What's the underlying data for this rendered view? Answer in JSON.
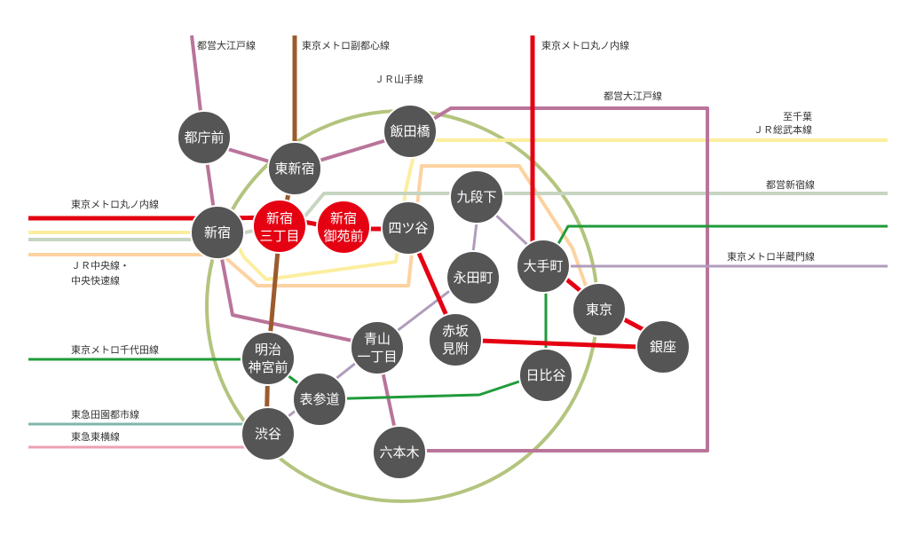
{
  "map": {
    "colors": {
      "background": "#ffffff",
      "station_fill": "#555555",
      "station_highlight": "#e50012",
      "marunouchi": "#e50012",
      "oedo": "#b9749a",
      "fukutoshin": "#9c5b2d",
      "yamanote": "#b3c47e",
      "sobu": "#fcee9f",
      "shinjuku_line": "#c6d5c0",
      "chiyoda": "#1f9b3a",
      "hanzomon": "#b09cbc",
      "den_en_toshi": "#7fb6a9",
      "toyoko": "#eba2b3",
      "chuo": "#fdd2a1",
      "ginza": "#b7b0c8"
    },
    "line_labels": {
      "oedo_top": "都営大江戸線",
      "fukutoshin": "東京メトロ副都心線",
      "marunouchi_top": "東京メトロ丸ノ内線",
      "yamanote": "ＪＲ山手線",
      "oedo_right": "都営大江戸線",
      "sobu_1": "至千葉",
      "sobu_2": "ＪＲ総武本線",
      "shinjuku_line": "都営新宿線",
      "marunouchi_left": "東京メトロ丸ノ内線",
      "hanzomon": "東京メトロ半蔵門線",
      "chuo_1": "ＪＲ中央線・",
      "chuo_2": "中央快速線",
      "chiyoda": "東京メトロ千代田線",
      "den_en_toshi": "東急田園都市線",
      "toyoko": "東急東横線"
    },
    "stations": [
      {
        "id": "tochomae",
        "lines": [
          "都庁前"
        ],
        "highlight": false
      },
      {
        "id": "higashi-shinjuku",
        "lines": [
          "東新宿"
        ],
        "highlight": false
      },
      {
        "id": "iidabashi",
        "lines": [
          "飯田橋"
        ],
        "highlight": false
      },
      {
        "id": "shinjuku",
        "lines": [
          "新宿"
        ],
        "highlight": false
      },
      {
        "id": "shinjuku-sanchome",
        "lines": [
          "新宿",
          "三丁目"
        ],
        "highlight": true
      },
      {
        "id": "shinjuku-gyoenmae",
        "lines": [
          "新宿",
          "御苑前"
        ],
        "highlight": true
      },
      {
        "id": "yotsuya",
        "lines": [
          "四ツ谷"
        ],
        "highlight": false
      },
      {
        "id": "kudanshita",
        "lines": [
          "九段下"
        ],
        "highlight": false
      },
      {
        "id": "otemachi",
        "lines": [
          "大手町"
        ],
        "highlight": false
      },
      {
        "id": "nagatacho",
        "lines": [
          "永田町"
        ],
        "highlight": false
      },
      {
        "id": "tokyo",
        "lines": [
          "東京"
        ],
        "highlight": false
      },
      {
        "id": "akasaka-mitsuke",
        "lines": [
          "赤坂",
          "見附"
        ],
        "highlight": false
      },
      {
        "id": "ginza",
        "lines": [
          "銀座"
        ],
        "highlight": false
      },
      {
        "id": "aoyama-itchome",
        "lines": [
          "青山",
          "一丁目"
        ],
        "highlight": false
      },
      {
        "id": "meiji-jingumae",
        "lines": [
          "明治",
          "神宮前"
        ],
        "highlight": false
      },
      {
        "id": "hibiya",
        "lines": [
          "日比谷"
        ],
        "highlight": false
      },
      {
        "id": "omotesando",
        "lines": [
          "表参道"
        ],
        "highlight": false
      },
      {
        "id": "shibuya",
        "lines": [
          "渋谷"
        ],
        "highlight": false
      },
      {
        "id": "roppongi",
        "lines": [
          "六本木"
        ],
        "highlight": false
      }
    ]
  }
}
